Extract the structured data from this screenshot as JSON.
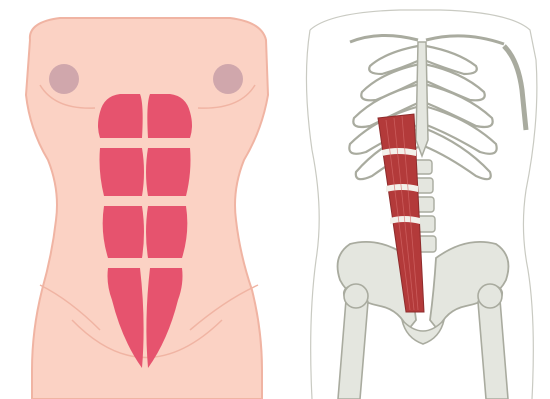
{
  "figure": {
    "panels": [
      {
        "id": "torso-front",
        "subject": "abdominal-muscles-front-view"
      },
      {
        "id": "skeleton",
        "subject": "rectus-abdominis-on-skeleton"
      }
    ]
  },
  "colors": {
    "skin": "#fbd2c4",
    "skin_outline": "#f0b4a3",
    "nipple": "#c8a0a8",
    "muscle": "#e6536e",
    "muscle_dark": "#c9475d",
    "bone": "#e4e6df",
    "bone_outline": "#a9ab9f",
    "skeleton_muscle": "#b33a3a",
    "tendon": "#f3f0ea"
  }
}
